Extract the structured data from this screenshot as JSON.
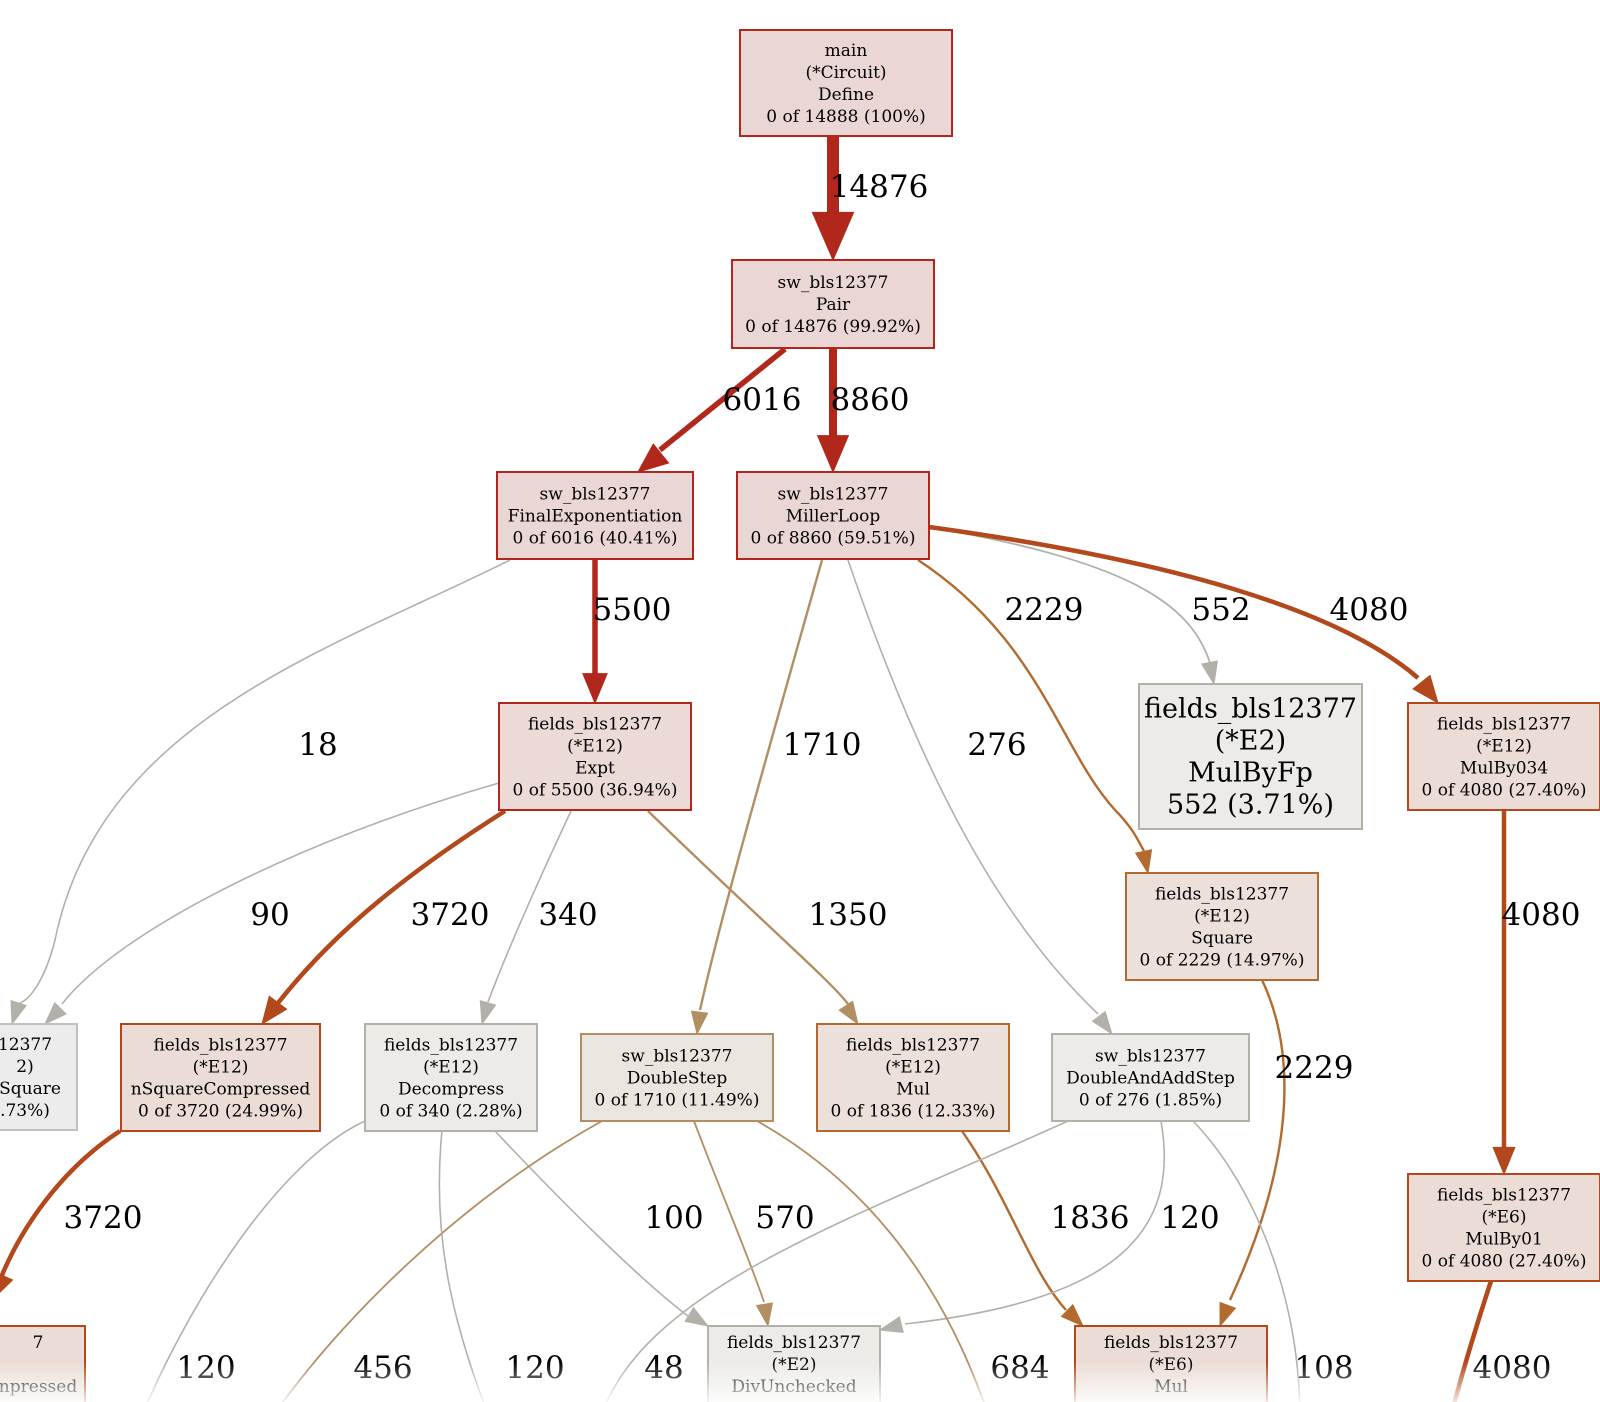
{
  "colors": {
    "red": "#b2271b",
    "redFill": "#ebd6d6",
    "brown": "#b2481b",
    "brownFill": "#ebddd6",
    "orange": "#b26a2e",
    "orangeFill": "#ebe1da",
    "tan": "#b28e63",
    "tanFill": "#ebe5df",
    "gray": "#b2b0a8",
    "grayFill": "#ecebe8",
    "lightGray": "#c0c0c0",
    "lightGrayFill": "#ececec"
  },
  "nodes": [
    {
      "id": "main",
      "lines": [
        "main",
        "(*Circuit)",
        "Define",
        "0 of 14888 (100%)"
      ],
      "style": "red"
    },
    {
      "id": "pair",
      "lines": [
        "sw_bls12377",
        "Pair",
        "0 of 14876 (99.92%)"
      ],
      "style": "red"
    },
    {
      "id": "finalexp",
      "lines": [
        "sw_bls12377",
        "FinalExponentiation",
        "0 of 6016 (40.41%)"
      ],
      "style": "red"
    },
    {
      "id": "millerloop",
      "lines": [
        "sw_bls12377",
        "MillerLoop",
        "0 of 8860 (59.51%)"
      ],
      "style": "red"
    },
    {
      "id": "expt",
      "lines": [
        "fields_bls12377",
        "(*E12)",
        "Expt",
        "0 of 5500 (36.94%)"
      ],
      "style": "brownred"
    },
    {
      "id": "mulbyfp",
      "lines": [
        "fields_bls12377",
        "(*E2)",
        "MulByFp",
        "552 (3.71%)"
      ],
      "style": "gray",
      "big": true
    },
    {
      "id": "mulby034",
      "lines": [
        "fields_bls12377",
        "(*E12)",
        "MulBy034",
        "0 of 4080 (27.40%)"
      ],
      "style": "brown"
    },
    {
      "id": "square12",
      "lines": [
        "fields_bls12377",
        "(*E12)",
        "Square",
        "0 of 2229 (14.97%)"
      ],
      "style": "orange"
    },
    {
      "id": "cyclosq",
      "lines": [
        "12377",
        "2)",
        "eSquare",
        ".73%)"
      ],
      "style": "lightgray"
    },
    {
      "id": "nsqcomp",
      "lines": [
        "fields_bls12377",
        "(*E12)",
        "nSquareCompressed",
        "0 of 3720 (24.99%)"
      ],
      "style": "brown"
    },
    {
      "id": "decompress",
      "lines": [
        "fields_bls12377",
        "(*E12)",
        "Decompress",
        "0 of 340 (2.28%)"
      ],
      "style": "gray"
    },
    {
      "id": "doublestep",
      "lines": [
        "sw_bls12377",
        "DoubleStep",
        "0 of 1710 (11.49%)"
      ],
      "style": "tan"
    },
    {
      "id": "mul12",
      "lines": [
        "fields_bls12377",
        "(*E12)",
        "Mul",
        "0 of 1836 (12.33%)"
      ],
      "style": "orange"
    },
    {
      "id": "daddstep",
      "lines": [
        "sw_bls12377",
        "DoubleAndAddStep",
        "0 of 276 (1.85%)"
      ],
      "style": "gray"
    },
    {
      "id": "mulby01",
      "lines": [
        "fields_bls12377",
        "(*E6)",
        "MulBy01",
        "0 of 4080 (27.40%)"
      ],
      "style": "brown"
    },
    {
      "id": "sqcompressed",
      "lines": [
        "7",
        "",
        "npressed"
      ],
      "style": "brown"
    },
    {
      "id": "divunchecked",
      "lines": [
        "fields_bls12377",
        "(*E2)",
        "DivUnchecked"
      ],
      "style": "gray"
    },
    {
      "id": "mul6",
      "lines": [
        "fields_bls12377",
        "(*E6)",
        "Mul"
      ],
      "style": "brown"
    }
  ],
  "edges": [
    {
      "from": "main",
      "to": "pair",
      "label": "14876",
      "style": "red",
      "weight": 14876
    },
    {
      "from": "pair",
      "to": "finalexp",
      "label": "6016",
      "style": "red",
      "weight": 6016
    },
    {
      "from": "pair",
      "to": "millerloop",
      "label": "8860",
      "style": "red",
      "weight": 8860
    },
    {
      "from": "finalexp",
      "to": "expt",
      "label": "5500",
      "style": "red",
      "weight": 5500
    },
    {
      "from": "finalexp",
      "to": "cyclosq",
      "label": "18",
      "style": "gray",
      "weight": 18
    },
    {
      "from": "millerloop",
      "to": "square12",
      "label": "2229",
      "style": "orange",
      "weight": 2229
    },
    {
      "from": "millerloop",
      "to": "mulbyfp",
      "label": "552",
      "style": "gray",
      "weight": 552
    },
    {
      "from": "millerloop",
      "to": "mulby034",
      "label": "4080",
      "style": "brown",
      "weight": 4080
    },
    {
      "from": "millerloop",
      "to": "doublestep",
      "label": "1710",
      "style": "tan",
      "weight": 1710
    },
    {
      "from": "millerloop",
      "to": "daddstep",
      "label": "276",
      "style": "gray",
      "weight": 276
    },
    {
      "from": "expt",
      "to": "cyclosq",
      "label": "90",
      "style": "gray",
      "weight": 90
    },
    {
      "from": "expt",
      "to": "nsqcomp",
      "label": "3720",
      "style": "brown",
      "weight": 3720
    },
    {
      "from": "expt",
      "to": "decompress",
      "label": "340",
      "style": "gray",
      "weight": 340
    },
    {
      "from": "expt",
      "to": "mul12",
      "label": "1350",
      "style": "tan",
      "weight": 1350
    },
    {
      "from": "mulby034",
      "to": "mulby01",
      "label": "4080",
      "style": "brown",
      "weight": 4080
    },
    {
      "from": "square12",
      "to": "mul6",
      "label": "2229",
      "style": "orange",
      "weight": 2229
    },
    {
      "from": "nsqcomp",
      "to": "sqcompressed",
      "label": "3720",
      "style": "brown",
      "weight": 3720
    },
    {
      "from": "decompress",
      "to": "divunchecked",
      "label": "100",
      "style": "gray",
      "weight": 100
    },
    {
      "from": "doublestep",
      "to": "divunchecked",
      "label": "570",
      "style": "tan",
      "weight": 570
    },
    {
      "from": "mul12",
      "to": "mul6",
      "label": "1836",
      "style": "orange",
      "weight": 1836
    },
    {
      "from": "daddstep",
      "to": "divunchecked",
      "label": "120",
      "style": "gray",
      "weight": 120
    },
    {
      "from": "decompress",
      "to": "offscreen-a",
      "label": "120",
      "style": "gray",
      "weight": 120
    },
    {
      "from": "doublestep",
      "to": "offscreen-b",
      "label": "456",
      "style": "tan",
      "weight": 456
    },
    {
      "from": "decompress",
      "to": "offscreen-c",
      "label": "120",
      "style": "gray",
      "weight": 120
    },
    {
      "from": "daddstep",
      "to": "offscreen-d",
      "label": "48",
      "style": "gray",
      "weight": 48
    },
    {
      "from": "doublestep",
      "to": "offscreen-e",
      "label": "684",
      "style": "tan",
      "weight": 684
    },
    {
      "from": "daddstep",
      "to": "offscreen-f",
      "label": "108",
      "style": "gray",
      "weight": 108
    },
    {
      "from": "mulby01",
      "to": "offscreen-g",
      "label": "4080",
      "style": "brown",
      "weight": 4080
    }
  ]
}
